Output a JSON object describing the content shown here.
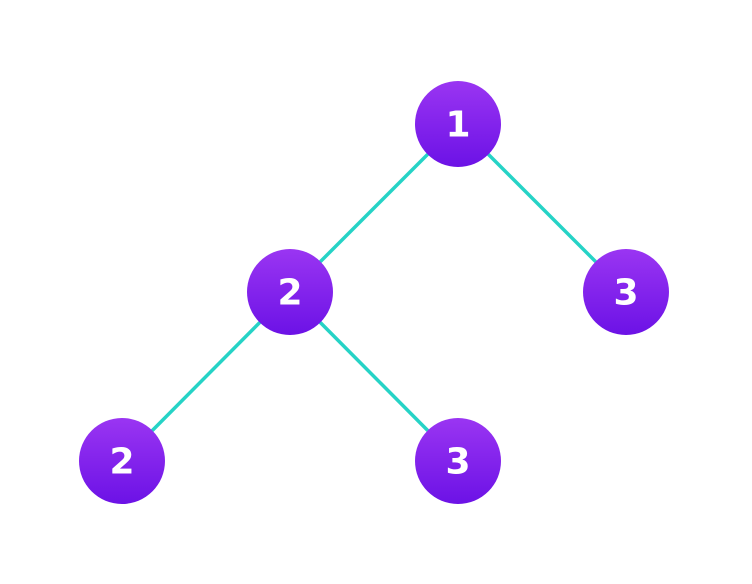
{
  "tree": {
    "node_color_top": "#9a35f2",
    "node_color_bottom": "#6c12e6",
    "edge_color": "#26d3c6",
    "label_color": "#ffffff",
    "nodes": [
      {
        "id": "root",
        "label": "1"
      },
      {
        "id": "left-child",
        "label": "2"
      },
      {
        "id": "right-child",
        "label": "3"
      },
      {
        "id": "left-left-child",
        "label": "2"
      },
      {
        "id": "left-right-child",
        "label": "3"
      }
    ],
    "edges": [
      {
        "from": "root",
        "to": "left-child"
      },
      {
        "from": "root",
        "to": "right-child"
      },
      {
        "from": "left-child",
        "to": "left-left-child"
      },
      {
        "from": "left-child",
        "to": "left-right-child"
      }
    ]
  }
}
